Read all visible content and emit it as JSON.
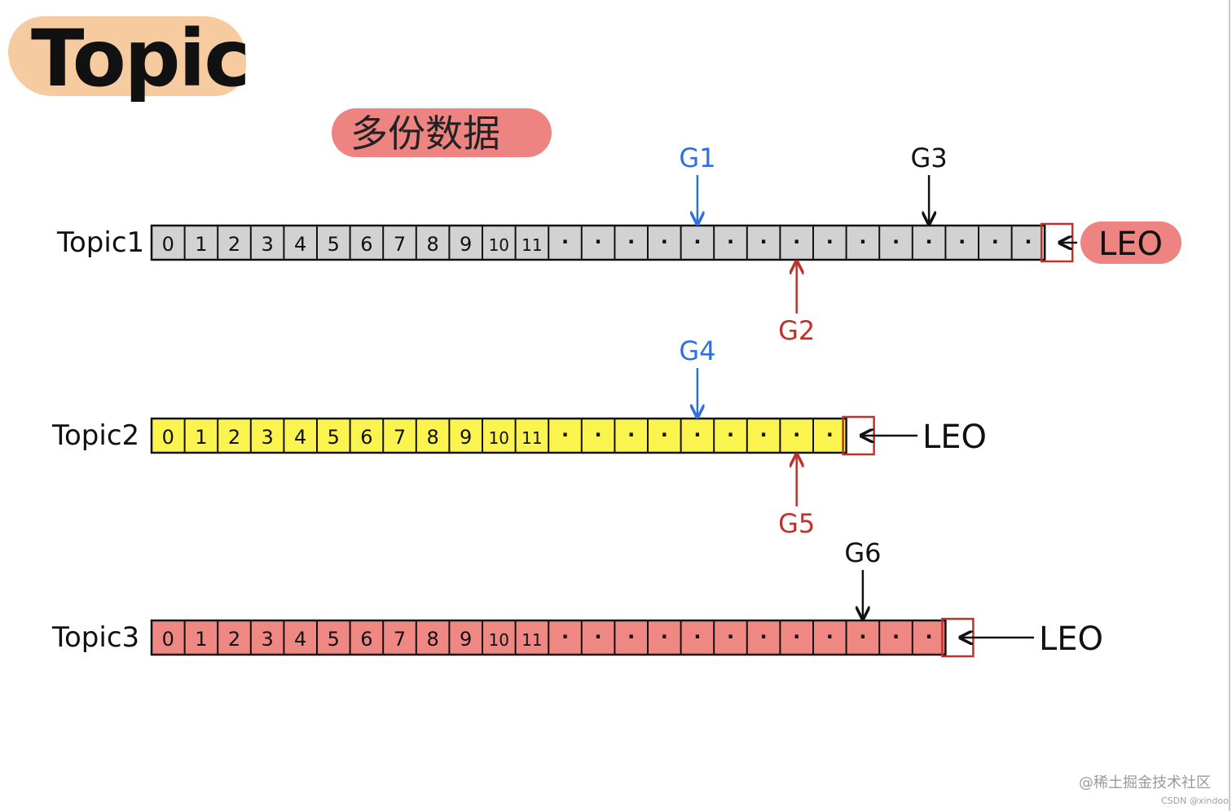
{
  "title": "Topic",
  "subtitle": "多份数据",
  "rows": [
    {
      "label": "Topic1",
      "fill": "#d2d2d2",
      "cells": [
        "0",
        "1",
        "2",
        "3",
        "4",
        "5",
        "6",
        "7",
        "8",
        "9",
        "10",
        "11",
        "·",
        "·",
        "·",
        "·",
        "·",
        "·",
        "·",
        "·",
        "·",
        "·",
        "·",
        "·",
        "·",
        "·",
        "·"
      ],
      "leo": "LEO",
      "leo_pill_color": "#ee8481",
      "markers": [
        {
          "label": "G1",
          "cell": 16,
          "from": "top",
          "color": "#2f6fe3"
        },
        {
          "label": "G3",
          "cell": 23,
          "from": "top",
          "color": "#111111"
        },
        {
          "label": "G2",
          "cell": 19,
          "from": "bottom",
          "color": "#c0312c"
        }
      ]
    },
    {
      "label": "Topic2",
      "fill": "#fbf44e",
      "cells": [
        "0",
        "1",
        "2",
        "3",
        "4",
        "5",
        "6",
        "7",
        "8",
        "9",
        "10",
        "11",
        "·",
        "·",
        "·",
        "·",
        "·",
        "·",
        "·",
        "·",
        "·"
      ],
      "leo": "LEO",
      "leo_pill_color": "",
      "markers": [
        {
          "label": "G4",
          "cell": 16,
          "from": "top",
          "color": "#2f6fe3"
        },
        {
          "label": "G5",
          "cell": 19,
          "from": "bottom",
          "color": "#c0312c"
        }
      ]
    },
    {
      "label": "Topic3",
      "fill": "#ef8883",
      "cells": [
        "0",
        "1",
        "2",
        "3",
        "4",
        "5",
        "6",
        "7",
        "8",
        "9",
        "10",
        "11",
        "·",
        "·",
        "·",
        "·",
        "·",
        "·",
        "·",
        "·",
        "·",
        "·",
        "·",
        "·"
      ],
      "leo": "LEO",
      "leo_pill_color": "",
      "markers": [
        {
          "label": "G6",
          "cell": 21,
          "from": "top",
          "color": "#111111"
        }
      ]
    }
  ],
  "colors": {
    "leo_box": "#c0312c",
    "ink": "#111111",
    "title_blob": "#f6cba0",
    "subtitle_blob": "#ee8481"
  },
  "watermark": {
    "line1": "@稀土掘金技术社区",
    "line2": "CSDN @xindoo"
  }
}
